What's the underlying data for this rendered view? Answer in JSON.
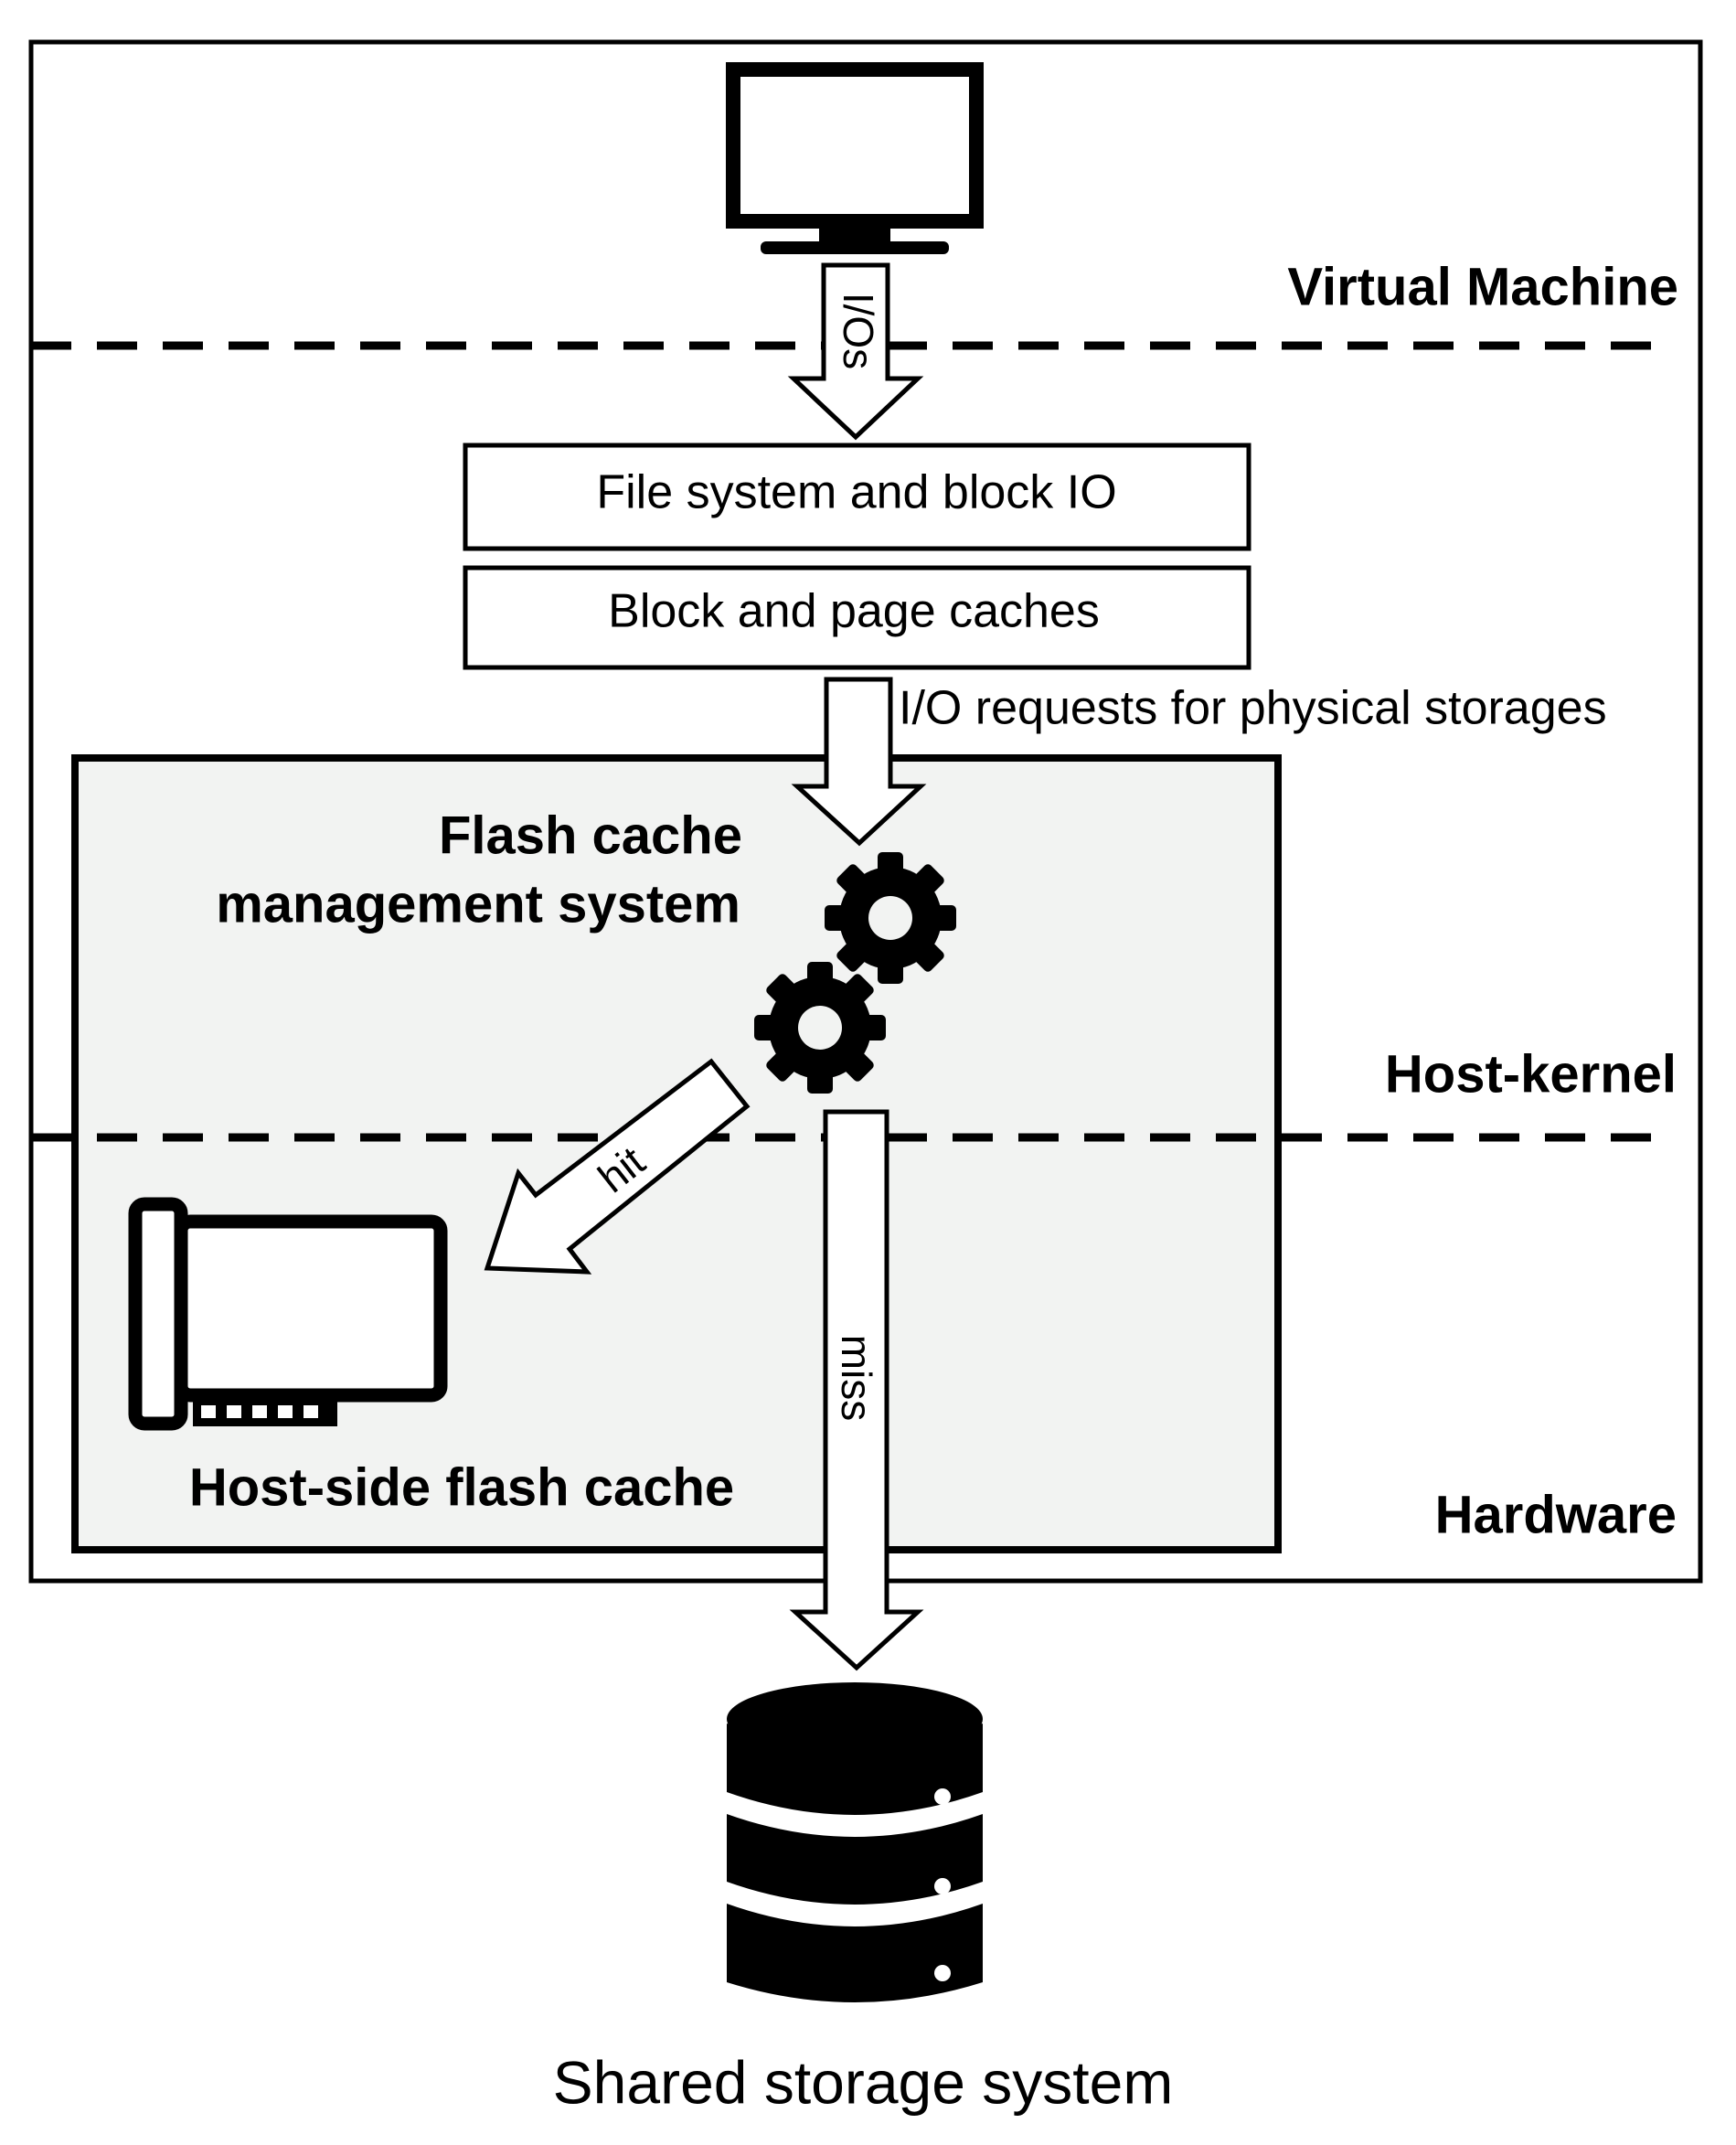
{
  "layers": {
    "virtual_machine": "Virtual Machine",
    "host_kernel": "Host-kernel",
    "hardware": "Hardware"
  },
  "boxes": {
    "file_system": "File system and block IO",
    "page_caches": "Block and page caches"
  },
  "arrows": {
    "ios": "I/Os",
    "io_requests": "I/O requests for physical storages",
    "hit": "hit",
    "miss": "miss"
  },
  "flash_mgmt": {
    "line1": "Flash cache",
    "line2": "management system"
  },
  "flash_cache": "Host-side flash cache",
  "storage": "Shared storage system",
  "icons": [
    "monitor-icon",
    "gear-icon",
    "gear-icon",
    "flash-card-icon",
    "database-icon"
  ],
  "colors": {
    "panel_fill": "#f2f3f2",
    "stroke": "#000000"
  }
}
